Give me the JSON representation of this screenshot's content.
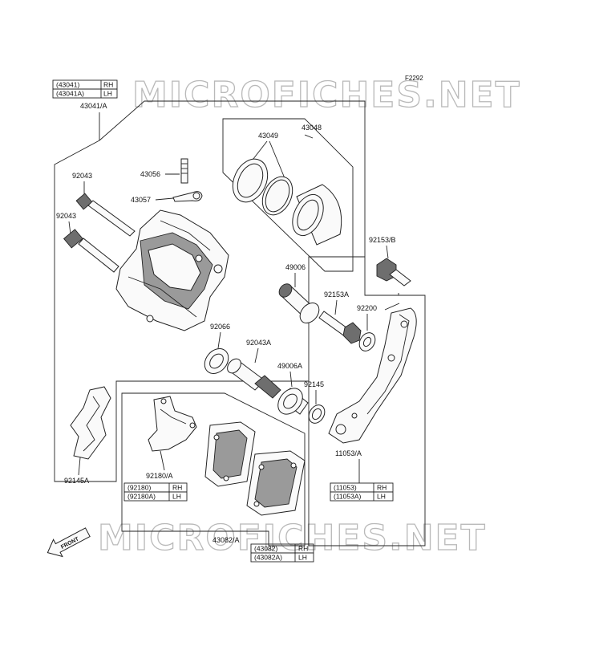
{
  "figure_code": "F2292",
  "watermark": {
    "text": "MICROFICHES.NET",
    "color": "#b9b9b9"
  },
  "tables": {
    "caliper": {
      "rows": [
        {
          "part": "(43041)",
          "side": "RH"
        },
        {
          "part": "(43041A)",
          "side": "LH"
        }
      ]
    },
    "pad_spring": {
      "rows": [
        {
          "part": "(92180)",
          "side": "RH"
        },
        {
          "part": "(92180A)",
          "side": "LH"
        }
      ]
    },
    "bracket": {
      "rows": [
        {
          "part": "(11053)",
          "side": "RH"
        },
        {
          "part": "(11053A)",
          "side": "LH"
        }
      ]
    },
    "pads": {
      "rows": [
        {
          "part": "(43082)",
          "side": "RH"
        },
        {
          "part": "(43082A)",
          "side": "LH"
        }
      ]
    }
  },
  "labels": {
    "caliper_assy": "43041/A",
    "piston_seal_set": "43048",
    "seal": "43049",
    "bleed_valve": "43056",
    "bleed_cap": "43057",
    "pin_1": "92043",
    "pin_2": "92043",
    "bolt": "92153/B",
    "boot": "49006",
    "bolt_a": "92153A",
    "washer": "92200",
    "boot_a": "49006A",
    "pin_a": "92043A",
    "ring": "92066",
    "clip": "92145",
    "spring": "92180/A",
    "spring_clip": "92145A",
    "bracket_assy": "11053/A",
    "pads_assy": "43082/A",
    "front_arrow": "FRONT"
  }
}
